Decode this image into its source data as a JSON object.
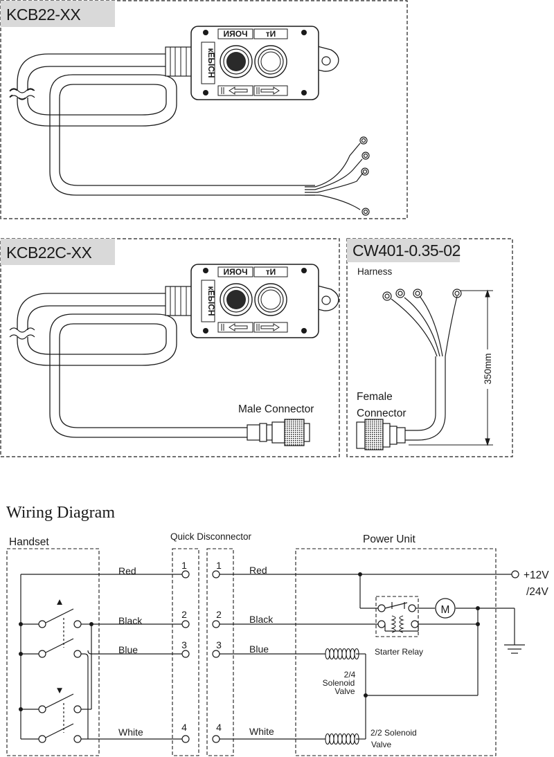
{
  "panels": {
    "kcb22": {
      "title": "KCB22-XX"
    },
    "kcb22c": {
      "title": "KCB22C-XX",
      "connector_label": "Male Connector"
    },
    "cw401": {
      "title": "CW401-0.35-02",
      "harness_label": "Harness",
      "female_label_1": "Female",
      "female_label_2": "Connector",
      "dimension": "350mm"
    }
  },
  "handset_face": {
    "up_label": "ИЯОЧ",
    "down_label": "тИ",
    "brand": "кЕЫСН"
  },
  "wiring": {
    "title": "Wiring Diagram",
    "handset": "Handset",
    "quick": "Quick  Disconnector",
    "power_unit": "Power Unit",
    "wires": [
      {
        "left_name": "Red",
        "pin_left": "1",
        "pin_right": "1",
        "right_name": "Red"
      },
      {
        "left_name": "Black",
        "pin_left": "2",
        "pin_right": "2",
        "right_name": "Black"
      },
      {
        "left_name": "Blue",
        "pin_left": "3",
        "pin_right": "3",
        "right_name": "Blue"
      },
      {
        "left_name": "White",
        "pin_left": "4",
        "pin_right": "4",
        "right_name": "White"
      }
    ],
    "voltage_1": "+12V",
    "voltage_2": "/24V",
    "motor": "M",
    "starter_relay": "Starter Relay",
    "solenoid_24_1": "2/4",
    "solenoid_24_2": "Solenoid",
    "solenoid_24_3": "Valve",
    "solenoid_22_1": "2/2 Solenoid",
    "solenoid_22_2": "Valve",
    "up_symbol": "▲",
    "down_symbol": "▼"
  },
  "colors": {
    "line": "#1a1a1a",
    "tag_bg": "#d9d9d9",
    "face": "#ffffff"
  }
}
